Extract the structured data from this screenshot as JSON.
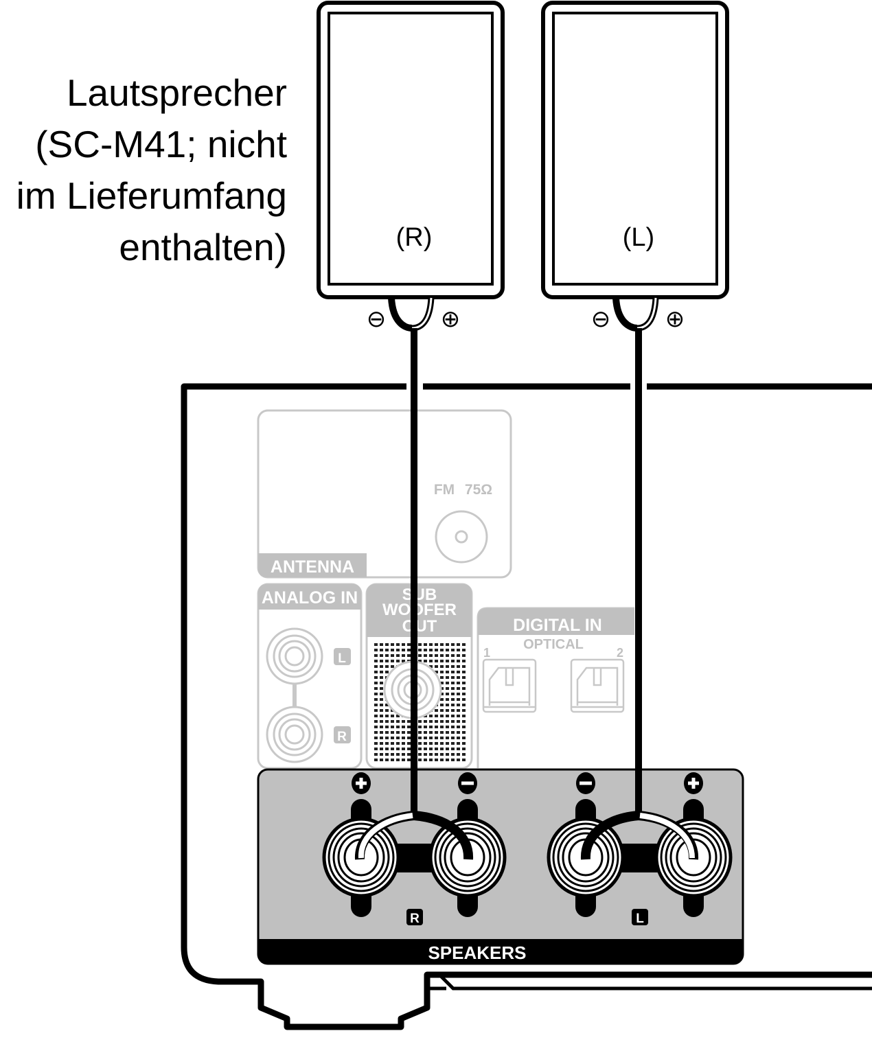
{
  "caption": {
    "lines": [
      "Lautsprecher",
      "(SC-M41; nicht",
      "im Lieferumfang",
      "enthalten)"
    ]
  },
  "speakers": [
    {
      "label": "(R)",
      "minus_symbol": "⊖",
      "plus_symbol": "⊕"
    },
    {
      "label": "(L)",
      "minus_symbol": "⊖",
      "plus_symbol": "⊕"
    }
  ],
  "rear_panel": {
    "antenna": {
      "label": "ANTENNA",
      "fm_label": "FM",
      "impedance": "75Ω"
    },
    "analog_in": {
      "label": "ANALOG IN",
      "channels": [
        "L",
        "R"
      ]
    },
    "subwoofer_out": {
      "label_lines": [
        "SUB",
        "WOOFER",
        "OUT"
      ]
    },
    "digital_in": {
      "label": "DIGITAL IN",
      "sublabel": "OPTICAL",
      "ports": [
        "1",
        "2"
      ]
    },
    "speakers_terminal": {
      "label": "SPEAKERS",
      "terminals": [
        {
          "polarity": "+",
          "channel": "R"
        },
        {
          "polarity": "−",
          "channel": "R"
        },
        {
          "polarity": "−",
          "channel": "L"
        },
        {
          "polarity": "+",
          "channel": "L"
        }
      ],
      "channel_badges": [
        "R",
        "L"
      ]
    }
  },
  "colors": {
    "line": "#000000",
    "panel_gray": "#c0c0c0",
    "faded_gray": "#c8c8c8",
    "background": "#ffffff"
  }
}
